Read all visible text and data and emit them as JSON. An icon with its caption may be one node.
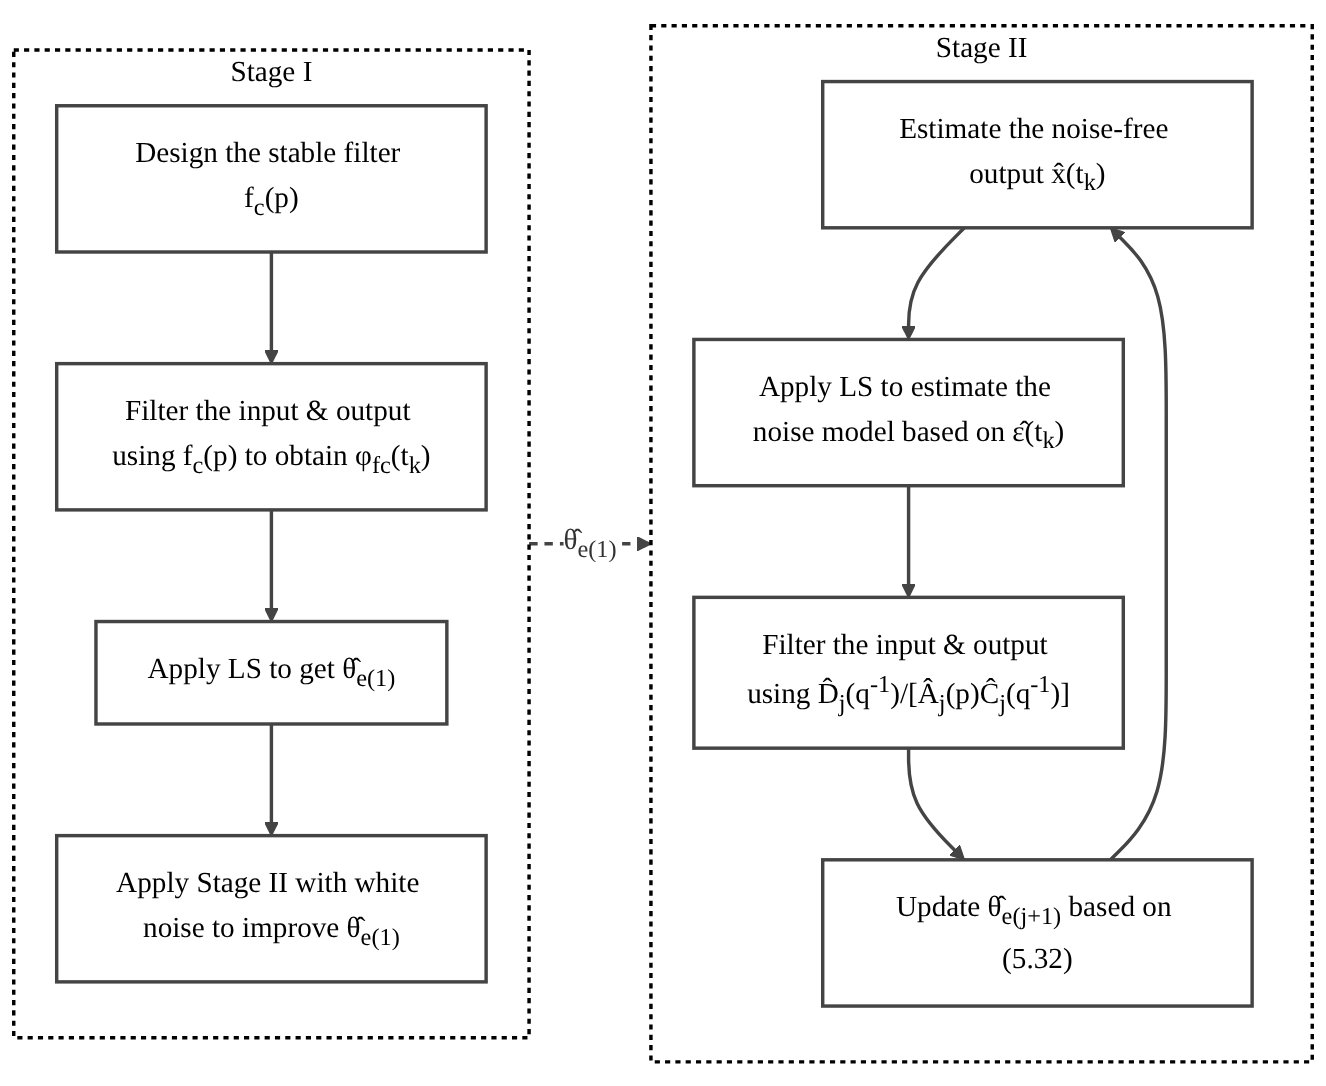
{
  "diagram": {
    "nodes": [
      {
        "text": [
          "Stage I"
        ]
      },
      {
        "text": [
          "Design the stable filter f$_{c}$(p)"
        ],
        "in": 0
      },
      {
        "text": [
          "Filter the input & output using f$_{c}$(p) to obtain φ$_{fc}$(t$_{k}$)"
        ],
        "in": 0
      },
      {
        "text": [
          "Apply LS to get θ̂$_{e(1)}$"
        ],
        "in": 0
      },
      {
        "text": [
          "Apply Stage II with white noise to improve θ̂$_{e(1)}$"
        ],
        "in": 0
      },
      {
        "text": [
          "Stage II"
        ]
      },
      {
        "text": [
          "Estimate the noise-free output x̂(t$_{k}$)"
        ],
        "in": 5
      },
      {
        "text": [
          "Apply LS to estimate the noise model based on ε̂(t$_{k}$)"
        ],
        "in": 5
      },
      {
        "text": [
          "Filter the input & output using D̂$_{j}$(q$^{-1}$)/[Â$_{j}$(p)Ĉ$_{j}$(q$^{-1}$)]"
        ],
        "in": 5
      },
      {
        "text": [
          "Update θ̂$_{e(j+1)}$ based on (5.32)"
        ],
        "in": 5
      }
    ],
    "edges": [
      {
        "from": 1,
        "to": 2,
        "arrow": "to"
      },
      {
        "from": 2,
        "to": 3,
        "arrow": "to"
      },
      {
        "from": 3,
        "to": 4,
        "arrow": "to"
      },
      {
        "from": 0,
        "to": 5,
        "arrow": "to",
        "label": "θ̂$_{e(1)}$",
        "style": "dashed"
      },
      {
        "from": 6,
        "to": 7,
        "arrow": "to"
      },
      {
        "from": 7,
        "to": 8,
        "arrow": "to"
      },
      {
        "from": 8,
        "to": 9,
        "arrow": "to"
      },
      {
        "from": 9,
        "to": 6,
        "arrow": "to"
      }
    ]
  }
}
